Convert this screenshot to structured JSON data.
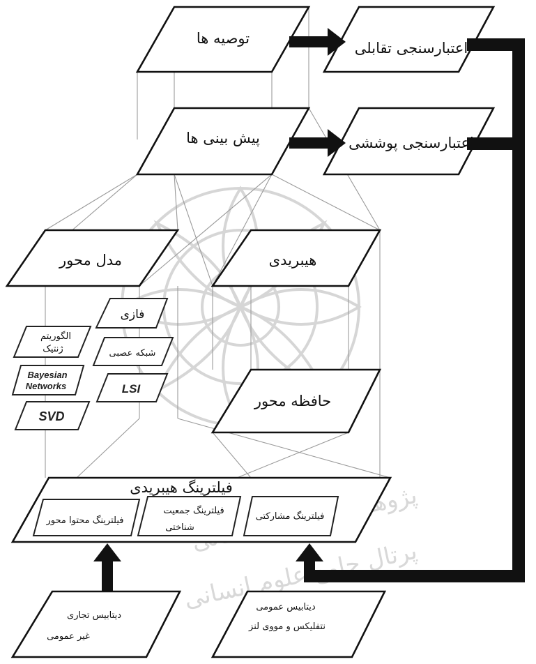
{
  "boxes": {
    "recommendations": "توصیه ها",
    "interactive_validation": "اعتبارسنجی تقابلی",
    "predictions": "پیش بینی ها",
    "coverage_validation": "اعتبارسنجی پوششی",
    "model_based": "مدل محور",
    "hybrid_top": "هیبریدی",
    "fuzzy": "فازی",
    "genetic_algorithm_line1": "الگوریتم",
    "genetic_algorithm_line2": "ژنتیک",
    "neural_network": "شبکه عصبی",
    "bayesian_line1": "Bayesian",
    "bayesian_line2": "Networks",
    "lsi": "LSI",
    "svd": "SVD",
    "memory_based": "حافظه محور",
    "hybrid_filtering": "فیلترینگ هیبریدی",
    "content_filtering": "فیلترینگ محتوا محور",
    "demographic_line1": "فیلترینگ جمعیت",
    "demographic_line2": "شناختی",
    "collaborative_filtering": "فیلترینگ مشارکتی",
    "commercial_db_line1": "دیتابیس تجاری",
    "commercial_db_line2": "غیر عمومی",
    "public_db_line1": "دیتابیس عمومی",
    "public_db_line2": "نتفلیکس و مووی لنز"
  },
  "watermark": {
    "line1": "پژوهشگاه علوم انسانی",
    "line2": "پرتال جامع علوم انسانی"
  }
}
